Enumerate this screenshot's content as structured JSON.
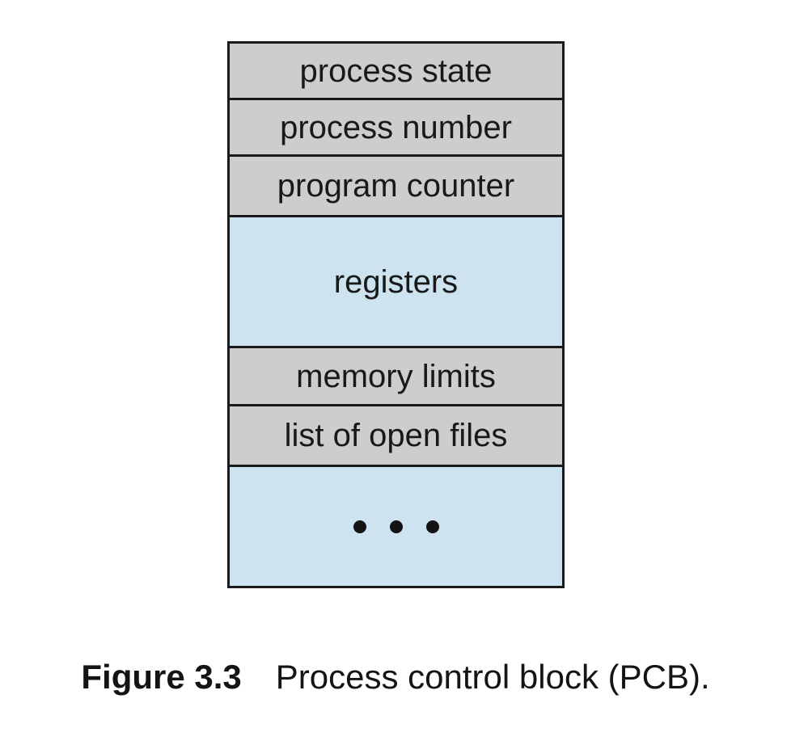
{
  "diagram": {
    "name": "process-control-block",
    "rows": [
      {
        "label": "process state",
        "fill": "gray"
      },
      {
        "label": "process number",
        "fill": "gray"
      },
      {
        "label": "program counter",
        "fill": "gray"
      },
      {
        "label": "registers",
        "fill": "blue"
      },
      {
        "label": "memory limits",
        "fill": "gray"
      },
      {
        "label": "list of open files",
        "fill": "gray"
      },
      {
        "label": "• • •",
        "fill": "blue",
        "icon": "ellipsis-dots"
      }
    ],
    "colors": {
      "gray_fill": "#cdcdcd",
      "blue_fill": "#cde4f0",
      "border": "#1a1a1a",
      "text": "#191919",
      "background": "#ffffff"
    }
  },
  "caption": {
    "figure_label": "Figure 3.3",
    "text": "Process control block (PCB)."
  }
}
